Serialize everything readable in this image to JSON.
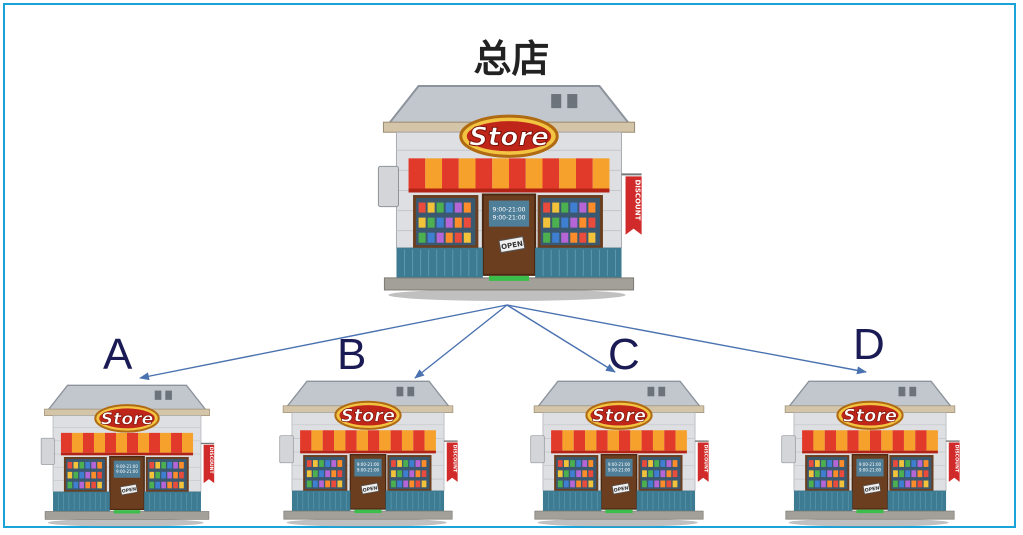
{
  "diagram": {
    "root_label": "总店",
    "store_sign": "Store",
    "discount_text": "DISCOUNT",
    "open_text": "OPEN",
    "branches": [
      {
        "label": "A"
      },
      {
        "label": "B"
      },
      {
        "label": "C"
      },
      {
        "label": "D"
      }
    ],
    "colors": {
      "frame": "#1aa3d9",
      "arrow": "#4a72b0",
      "awning_red": "#e23a2a",
      "awning_orange": "#f5a12b",
      "roof": "#b9bec7",
      "wall": "#dcdcdc",
      "base": "#3d7b93",
      "door": "#6b3e1f",
      "sign_red": "#d12a2a",
      "mat": "#3cbf4a"
    }
  }
}
